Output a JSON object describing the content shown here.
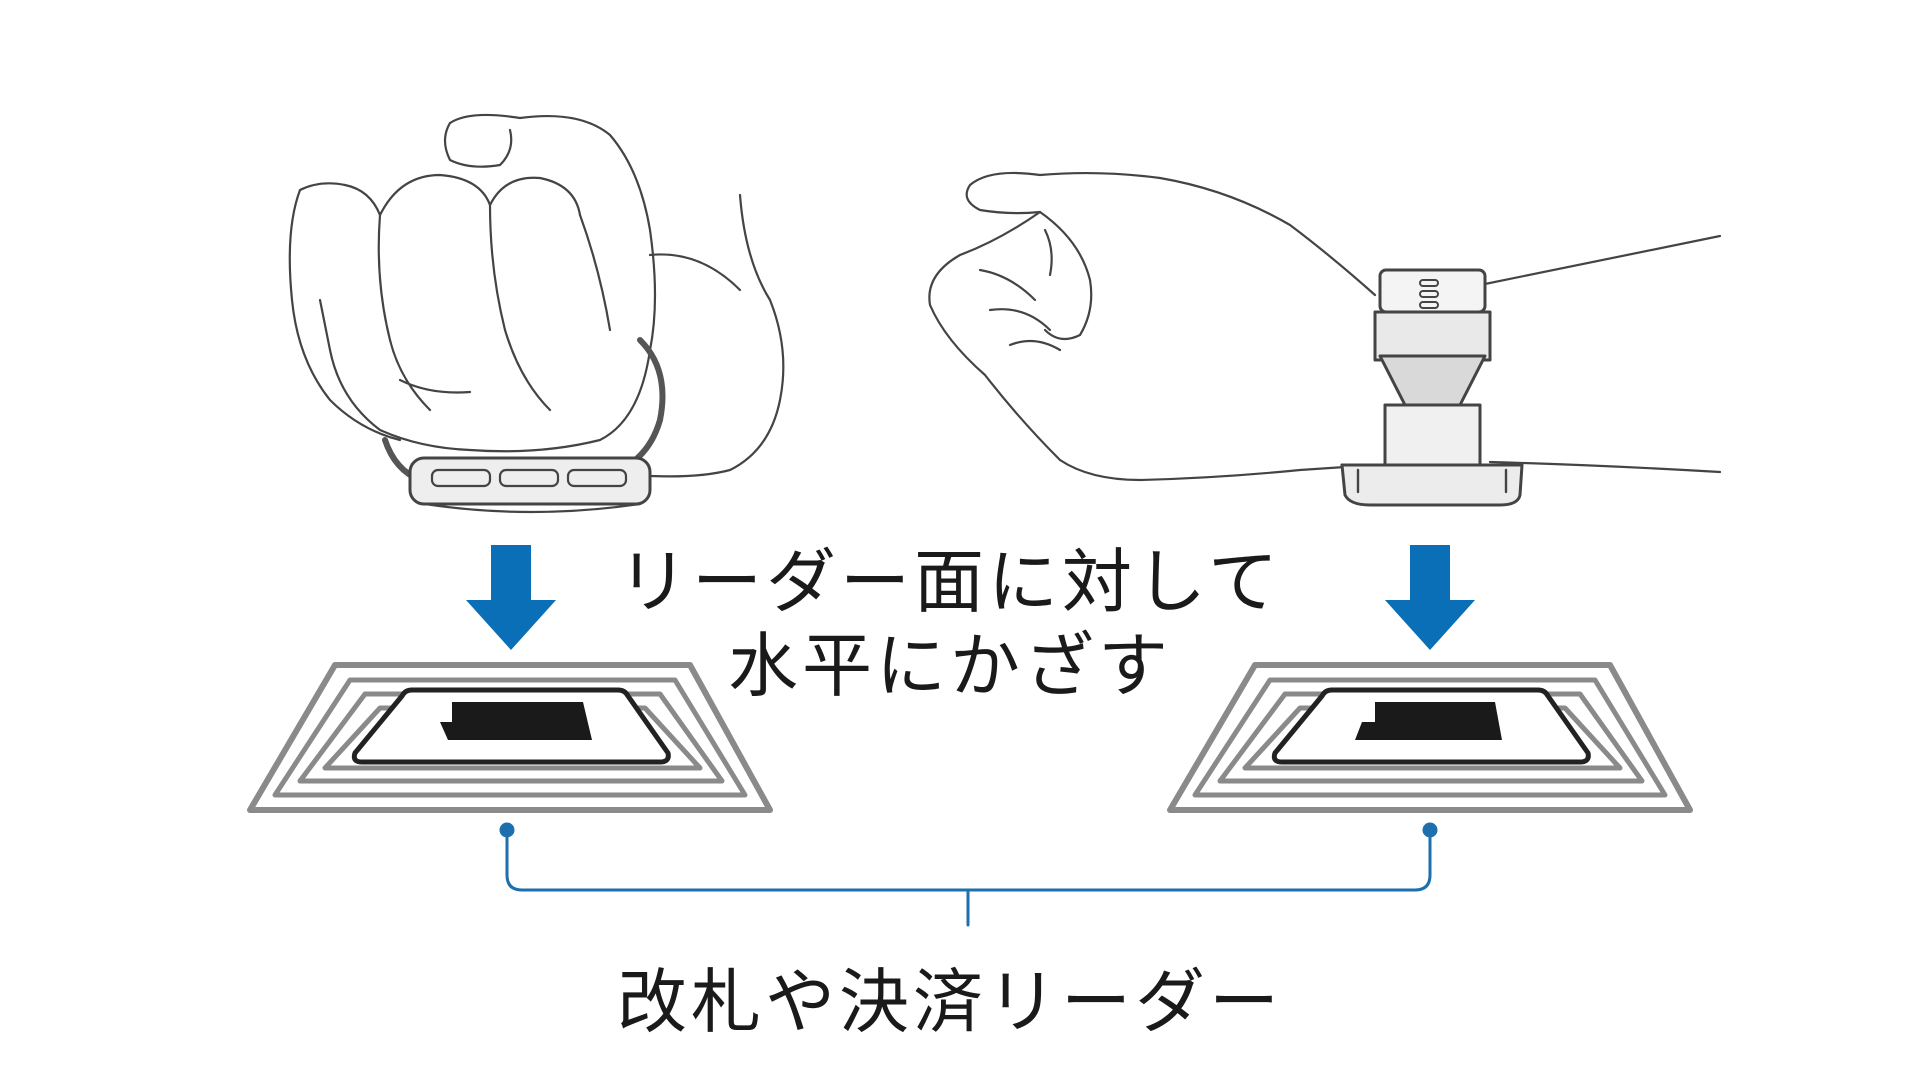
{
  "instruction": {
    "line1": "リーダー面に対して",
    "line2": "水平にかざす"
  },
  "reader_label": "改札や決済リーダー",
  "colors": {
    "arrow": "#0a6fb6",
    "bracket": "#1d6fae",
    "outline": "#4a4a4a",
    "pad_rings": "#888888",
    "pad_chip": "#1a1a1a"
  },
  "icons": {
    "arrows": "down-arrow-icon",
    "readers": "nfc-reader-icon"
  }
}
